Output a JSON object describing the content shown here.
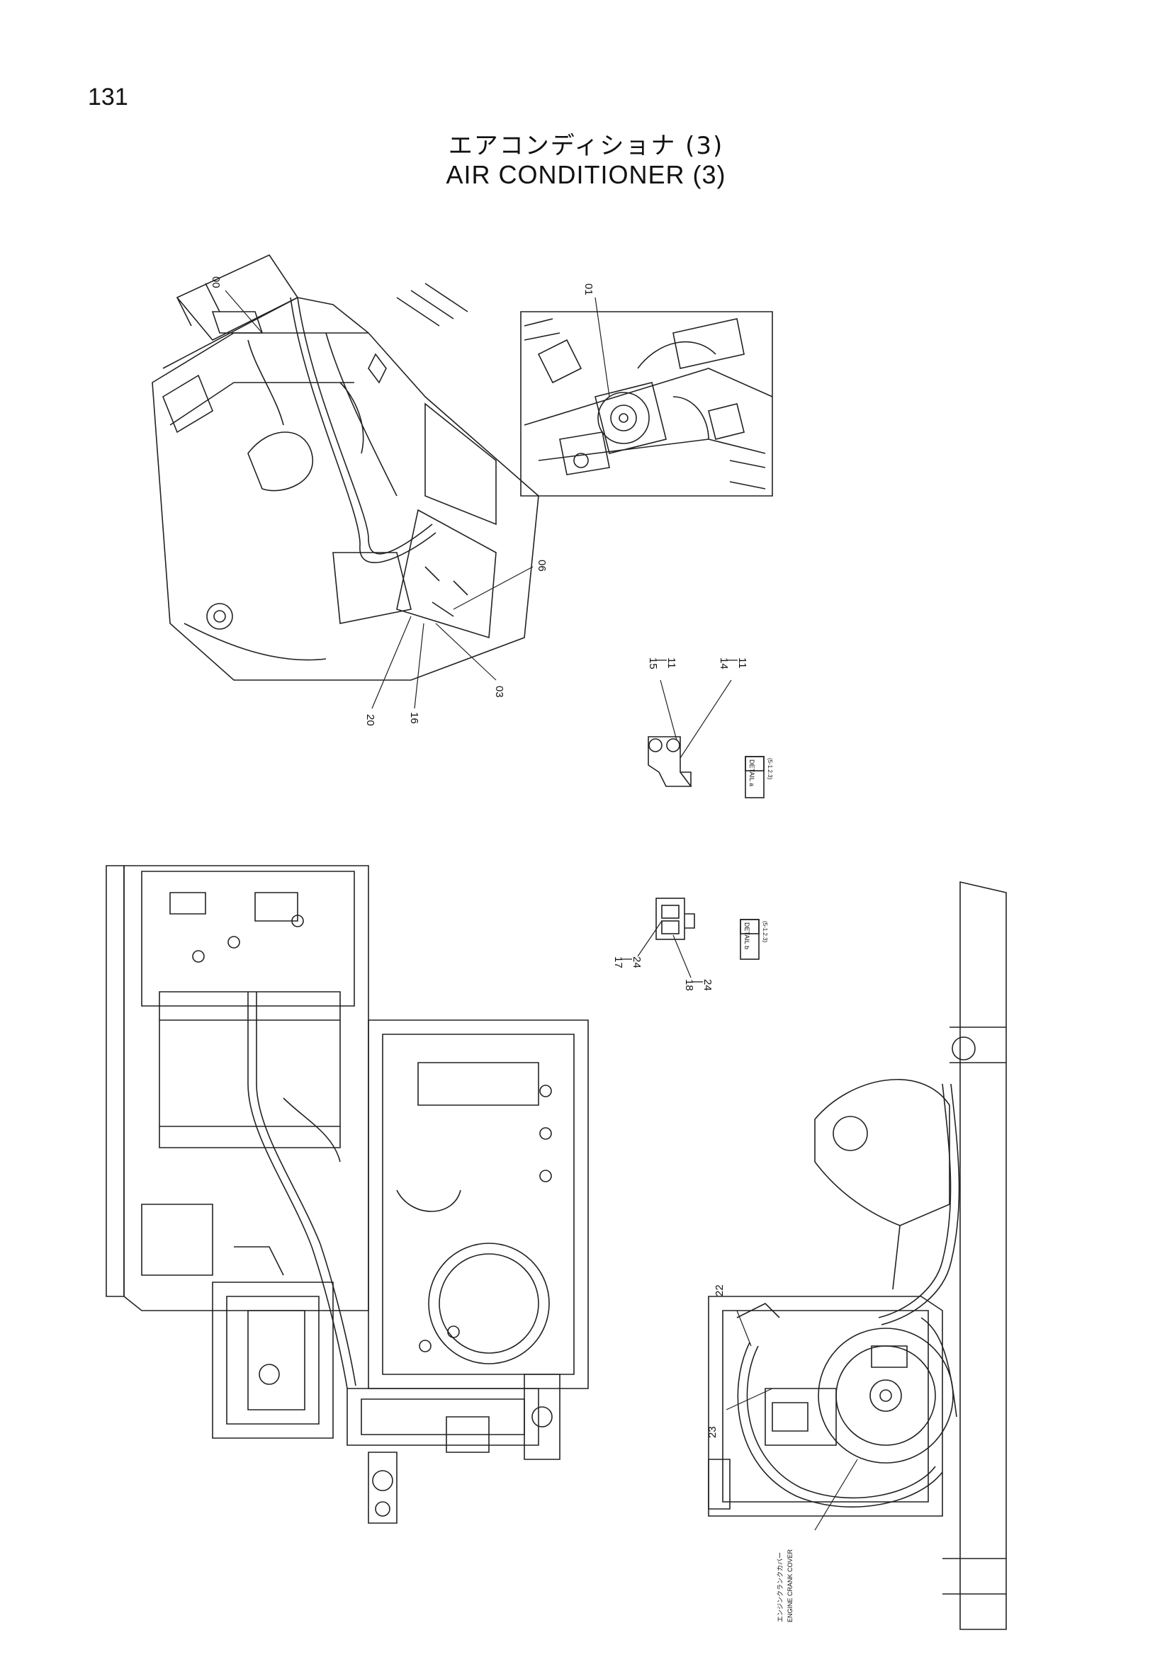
{
  "page": {
    "number": "131",
    "title_jp": "エアコンディショナ (3)",
    "title_en": "AIR CONDITIONER (3)"
  },
  "callouts": {
    "c00": "00",
    "c01": "01",
    "c03": "03",
    "c06": "06",
    "c14": "14",
    "c15": "15",
    "c16": "16",
    "c17": "17",
    "c18": "18",
    "c20": "20",
    "c22": "22",
    "c23": "23",
    "c11a": "11",
    "c11b": "11",
    "c24a": "24",
    "c24b": "24",
    "dash": "|"
  },
  "details": {
    "a_title": "DETAIL a",
    "a_ref": "(5-1.2.3)",
    "b_title": "DETAIL b",
    "b_ref": "(5-1.2.3)"
  },
  "notes": {
    "engine_crank_cover_en": "ENGINE CRANK COVER",
    "engine_crank_cover_jp": "エンジンクランクカバー"
  }
}
